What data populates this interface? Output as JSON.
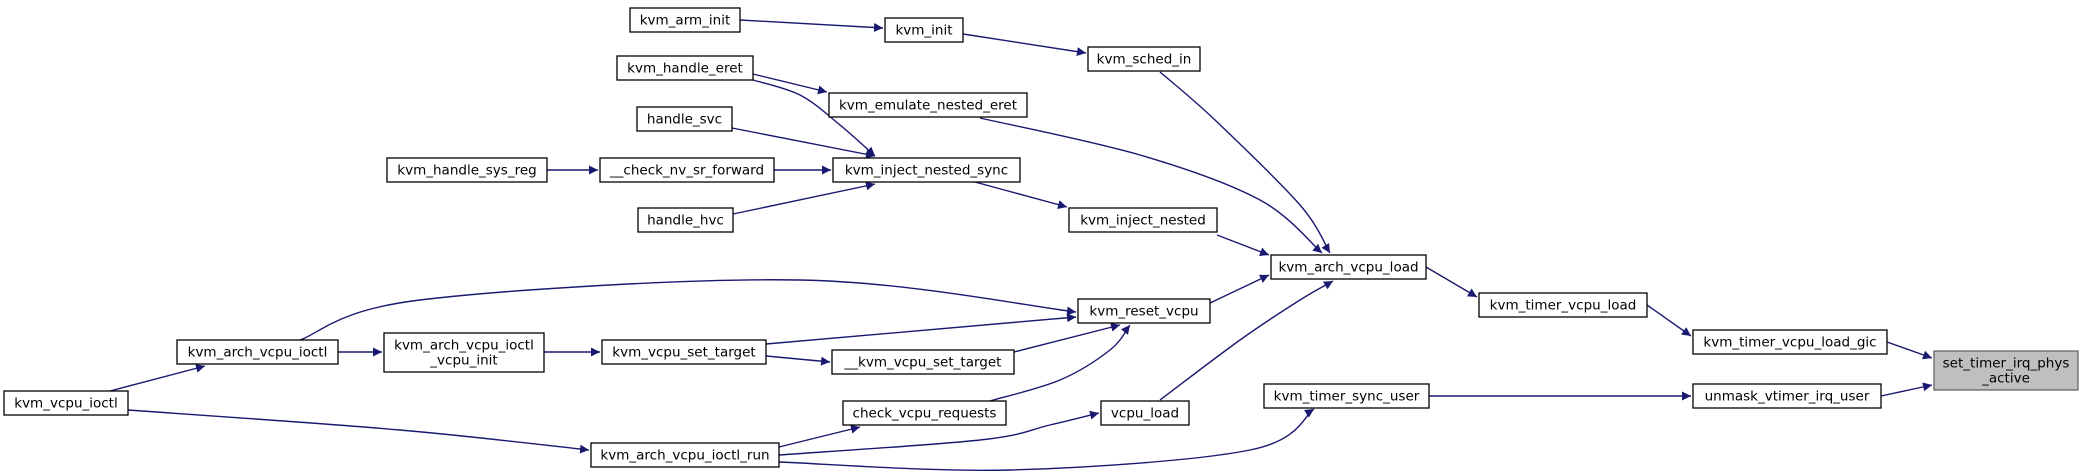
{
  "graph": {
    "root": "set_timer_irq_phys_active",
    "nodes": [
      {
        "id": "set_timer_irq_phys_active",
        "lines": [
          "set_timer_irq_phys",
          "_active"
        ],
        "root": true
      },
      {
        "id": "kvm_timer_vcpu_load_gic",
        "lines": [
          "kvm_timer_vcpu_load_gic"
        ]
      },
      {
        "id": "unmask_vtimer_irq_user",
        "lines": [
          "unmask_vtimer_irq_user"
        ]
      },
      {
        "id": "kvm_timer_vcpu_load",
        "lines": [
          "kvm_timer_vcpu_load"
        ]
      },
      {
        "id": "kvm_timer_sync_user",
        "lines": [
          "kvm_timer_sync_user"
        ]
      },
      {
        "id": "kvm_arch_vcpu_load",
        "lines": [
          "kvm_arch_vcpu_load"
        ]
      },
      {
        "id": "kvm_sched_in",
        "lines": [
          "kvm_sched_in"
        ]
      },
      {
        "id": "kvm_init",
        "lines": [
          "kvm_init"
        ]
      },
      {
        "id": "kvm_arm_init",
        "lines": [
          "kvm_arm_init"
        ]
      },
      {
        "id": "kvm_emulate_nested_eret",
        "lines": [
          "kvm_emulate_nested_eret"
        ]
      },
      {
        "id": "kvm_handle_eret",
        "lines": [
          "kvm_handle_eret"
        ]
      },
      {
        "id": "kvm_inject_nested",
        "lines": [
          "kvm_inject_nested"
        ]
      },
      {
        "id": "kvm_inject_nested_sync",
        "lines": [
          "kvm_inject_nested_sync"
        ]
      },
      {
        "id": "handle_svc",
        "lines": [
          "handle_svc"
        ]
      },
      {
        "id": "__check_nv_sr_forward",
        "lines": [
          "__check_nv_sr_forward"
        ]
      },
      {
        "id": "kvm_handle_sys_reg",
        "lines": [
          "kvm_handle_sys_reg"
        ]
      },
      {
        "id": "handle_hvc",
        "lines": [
          "handle_hvc"
        ]
      },
      {
        "id": "kvm_reset_vcpu",
        "lines": [
          "kvm_reset_vcpu"
        ]
      },
      {
        "id": "kvm_arch_vcpu_ioctl",
        "lines": [
          "kvm_arch_vcpu_ioctl"
        ]
      },
      {
        "id": "kvm_vcpu_ioctl",
        "lines": [
          "kvm_vcpu_ioctl"
        ]
      },
      {
        "id": "kvm_vcpu_set_target",
        "lines": [
          "kvm_vcpu_set_target"
        ]
      },
      {
        "id": "kvm_arch_vcpu_ioctl_vcpu_init",
        "lines": [
          "kvm_arch_vcpu_ioctl",
          "_vcpu_init"
        ]
      },
      {
        "id": "__kvm_vcpu_set_target",
        "lines": [
          "__kvm_vcpu_set_target"
        ]
      },
      {
        "id": "check_vcpu_requests",
        "lines": [
          "check_vcpu_requests"
        ]
      },
      {
        "id": "kvm_arch_vcpu_ioctl_run",
        "lines": [
          "kvm_arch_vcpu_ioctl_run"
        ]
      },
      {
        "id": "vcpu_load",
        "lines": [
          "vcpu_load"
        ]
      }
    ],
    "edges": [
      [
        "kvm_timer_vcpu_load_gic",
        "set_timer_irq_phys_active"
      ],
      [
        "unmask_vtimer_irq_user",
        "set_timer_irq_phys_active"
      ],
      [
        "kvm_timer_vcpu_load",
        "kvm_timer_vcpu_load_gic"
      ],
      [
        "kvm_arch_vcpu_load",
        "kvm_timer_vcpu_load"
      ],
      [
        "kvm_timer_sync_user",
        "unmask_vtimer_irq_user"
      ],
      [
        "kvm_arch_vcpu_ioctl_run",
        "kvm_timer_sync_user"
      ],
      [
        "kvm_sched_in",
        "kvm_arch_vcpu_load"
      ],
      [
        "kvm_emulate_nested_eret",
        "kvm_arch_vcpu_load"
      ],
      [
        "kvm_inject_nested",
        "kvm_arch_vcpu_load"
      ],
      [
        "kvm_reset_vcpu",
        "kvm_arch_vcpu_load"
      ],
      [
        "vcpu_load",
        "kvm_arch_vcpu_load"
      ],
      [
        "kvm_init",
        "kvm_sched_in"
      ],
      [
        "kvm_arm_init",
        "kvm_init"
      ],
      [
        "kvm_handle_eret",
        "kvm_emulate_nested_eret"
      ],
      [
        "kvm_inject_nested_sync",
        "kvm_inject_nested"
      ],
      [
        "kvm_handle_eret",
        "kvm_inject_nested_sync"
      ],
      [
        "handle_svc",
        "kvm_inject_nested_sync"
      ],
      [
        "__check_nv_sr_forward",
        "kvm_inject_nested_sync"
      ],
      [
        "handle_hvc",
        "kvm_inject_nested_sync"
      ],
      [
        "kvm_handle_sys_reg",
        "__check_nv_sr_forward"
      ],
      [
        "kvm_arch_vcpu_ioctl",
        "kvm_reset_vcpu"
      ],
      [
        "kvm_vcpu_set_target",
        "kvm_reset_vcpu"
      ],
      [
        "__kvm_vcpu_set_target",
        "kvm_reset_vcpu"
      ],
      [
        "check_vcpu_requests",
        "kvm_reset_vcpu"
      ],
      [
        "kvm_vcpu_ioctl",
        "kvm_arch_vcpu_ioctl"
      ],
      [
        "kvm_arch_vcpu_ioctl",
        "kvm_arch_vcpu_ioctl_vcpu_init"
      ],
      [
        "kvm_arch_vcpu_ioctl_vcpu_init",
        "kvm_vcpu_set_target"
      ],
      [
        "kvm_vcpu_set_target",
        "__kvm_vcpu_set_target"
      ],
      [
        "kvm_arch_vcpu_ioctl_run",
        "check_vcpu_requests"
      ],
      [
        "kvm_arch_vcpu_ioctl_run",
        "vcpu_load"
      ],
      [
        "kvm_vcpu_ioctl",
        "kvm_arch_vcpu_ioctl_run"
      ]
    ],
    "colors": {
      "edge": "#191970",
      "node_border": "#000000",
      "node_fill": "#ffffff",
      "root_fill": "#bfbfbf",
      "root_border": "#666666",
      "text": "#000000"
    }
  }
}
